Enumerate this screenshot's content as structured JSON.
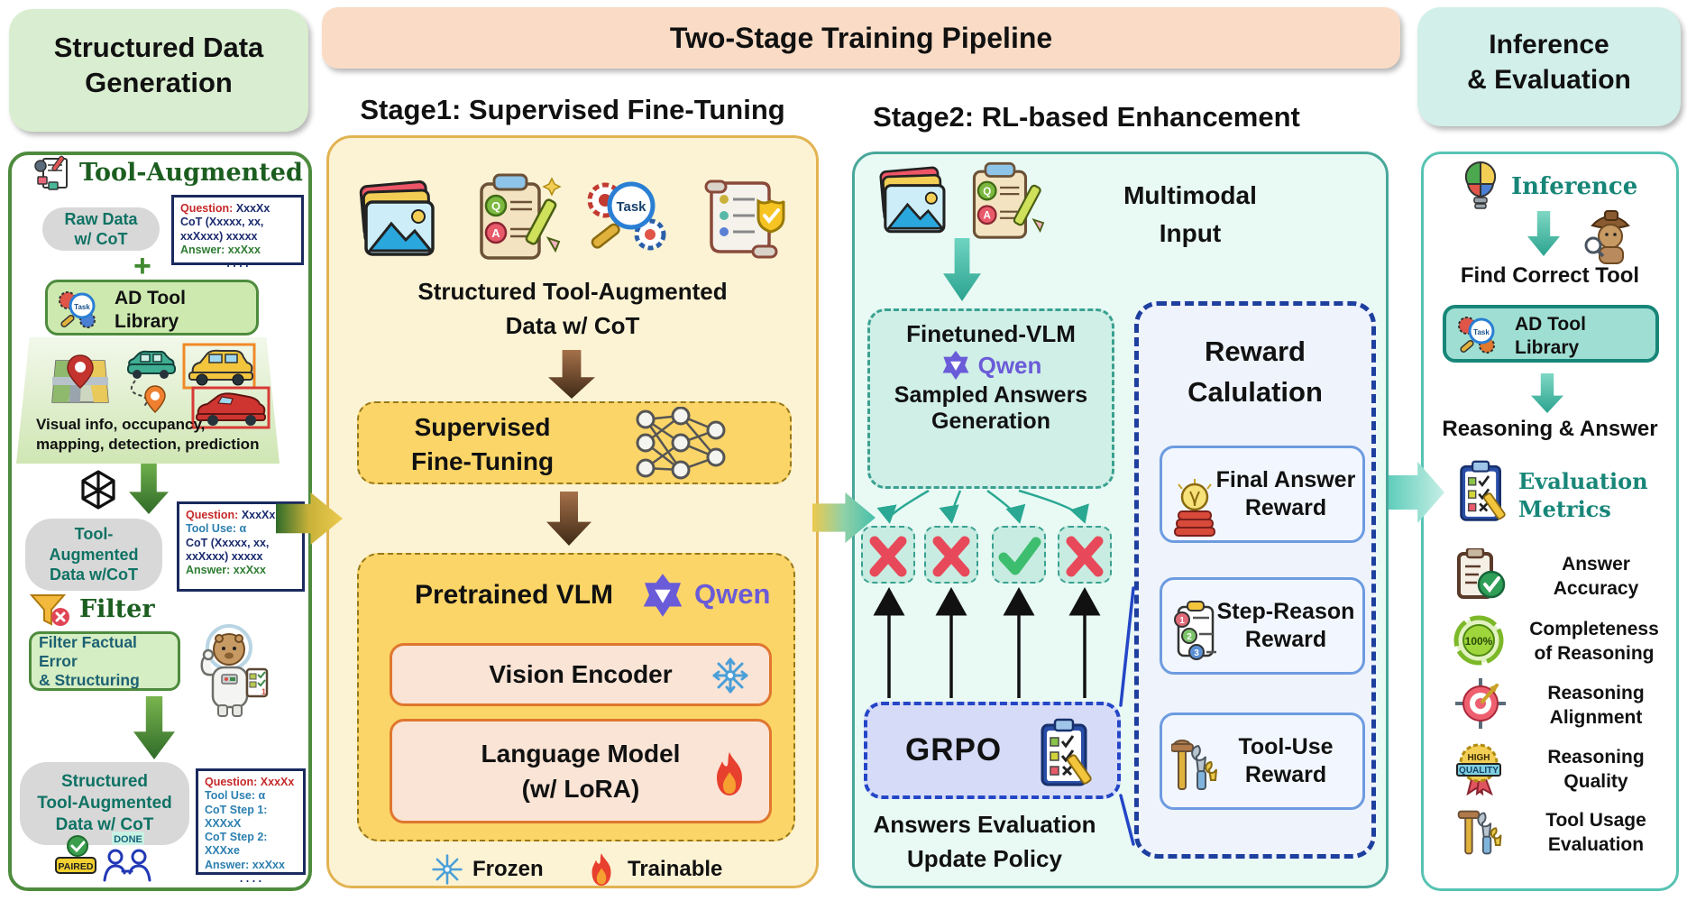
{
  "left": {
    "title1": "Structured Data",
    "title2": "Generation",
    "header": "Tool-Augmented",
    "raw1": "Raw Data",
    "raw2": "w/ CoT",
    "plus": "+",
    "qbox1": {
      "l1a": "Question:",
      "l1b": " XxxXx",
      "l2": "CoT (Xxxxx, xx,",
      "l3": "xxXxxx) xxxxx",
      "l4": "Answer: xxXxx",
      "l5": ". . . ."
    },
    "adtool1": "AD Tool",
    "adtool2": "Library",
    "task": "Task",
    "trap1": "Visual info, occupancy,",
    "trap2": "mapping, detection, prediction",
    "pill2a": "Tool-",
    "pill2b": "Augmented",
    "pill2c": "Data w/CoT",
    "qbox2": {
      "l1a": "Question:",
      "l1b": " XxxXx",
      "l2": "Tool Use: α",
      "l3": "CoT (Xxxxx, xx,",
      "l4": "xxXxxx) xxxxx",
      "l5": "Answer: xxXxx"
    },
    "filter": "Filter",
    "fbox1": "Filter Factual Error",
    "fbox2": "& Structuring",
    "pill3a": "Structured",
    "pill3b": "Tool-Augmented",
    "pill3c": "Data w/ CoT",
    "paired": "PAIRED",
    "done": "DONE",
    "qbox3": {
      "l1": "Question: XxxXx",
      "l2": "Tool Use: α",
      "l3": "CoT Step 1: XXXxX",
      "l4": "CoT Step 2: XXXxe",
      "l5": "Answer: xxXxx",
      "l6": ". . . ."
    }
  },
  "center": {
    "banner": "Two-Stage Training Pipeline",
    "stage1": {
      "heading": "Stage1: Supervised Fine-Tuning",
      "cap1": "Structured Tool-Augmented",
      "cap2": "Data w/ CoT",
      "sft1": "Supervised",
      "sft2": "Fine-Tuning",
      "pretrained": "Pretrained VLM",
      "qwen": "Qwen",
      "vision_encoder": "Vision Encoder",
      "lm1": "Language Model",
      "lm2": "(w/ LoRA)",
      "frozen": "Frozen",
      "trainable": "Trainable"
    },
    "stage2": {
      "heading": "Stage2: RL-based Enhancement",
      "mm1": "Multimodal",
      "mm2": "Input",
      "ft1": "Finetuned-VLM",
      "qwen": "Qwen",
      "ft2": "Sampled Answers",
      "ft3": "Generation",
      "grpo": "GRPO",
      "ans1": "Answers Evaluation",
      "ans2": "Update Policy",
      "rw1": "Reward",
      "rw2": "Calulation",
      "r1a": "Final Answer",
      "r1b": "Reward",
      "r2a": "Step-Reason",
      "r2b": "Reward",
      "r3a": "Tool-Use",
      "r3b": "Reward"
    }
  },
  "right": {
    "title1": "Inference",
    "title2": "& Evaluation",
    "inference": "Inference",
    "find_tool": "Find Correct Tool",
    "adtool1": "AD Tool",
    "adtool2": "Library",
    "task": "Task",
    "reasoning_answer": "Reasoning & Answer",
    "em1": "Evaluation",
    "em2": "Metrics",
    "m1a": "Answer",
    "m1b": "Accuracy",
    "m2a": "Completeness",
    "m2b": "of Reasoning",
    "m3a": "Reasoning",
    "m3b": "Alignment",
    "m4a": "Reasoning",
    "m4b": "Quality",
    "m5a": "Tool Usage",
    "m5b": "Evaluation",
    "pct": "100%",
    "high": "HIGH",
    "quality": "QUALITY"
  },
  "misc": {
    "q": "Q",
    "a": "A",
    "n1": "1",
    "n2": "2",
    "n3": "3"
  },
  "icons": [
    "doc-pencil-gear-icon",
    "task-magnifier-gears-icon",
    "map-pin-icon",
    "car-route-icon",
    "detected-car-icon",
    "openai-icon",
    "funnel-filter-icon",
    "capybara-astronaut-icon",
    "paired-check-icon",
    "people-done-icon",
    "photo-stack-icon",
    "qa-clipboard-icon",
    "checklist-scroll-icon",
    "neural-network-icon",
    "snowflake-icon",
    "flame-icon",
    "qwen-logo-icon",
    "cross-icon",
    "check-icon",
    "grpo-clipboard-icon",
    "bulb-reward-icon",
    "step-list-icon",
    "tools-icon",
    "puzzle-bulb-icon",
    "detective-capybara-icon",
    "eval-clipboard-icon",
    "accuracy-clipboard-icon",
    "hundred-percent-icon",
    "target-icon",
    "high-quality-badge-icon"
  ],
  "colors": {
    "left_title_bg": "#d9eed0",
    "banner_bg": "#fadcc6",
    "right_title_bg": "#d2efe9",
    "left_border": "#4e8b3e",
    "stage1_bg": "#fcf3d4",
    "stage1_border": "#e2b352",
    "stage2_bg": "#e9faf5",
    "stage2_border": "#48a79a",
    "right_border": "#57c3b3",
    "sft_bg": "#fbd567",
    "inner_card_bg": "#fae4d6",
    "inner_card_border": "#e0762f",
    "reward_border": "#1d3f9e",
    "reward_card_border": "#6d9be0",
    "grpo_bg": "#d6dcf8",
    "pill_text": "#0f7264",
    "qwen_purple": "#6a5bd8",
    "cross_red": "#e8495a",
    "check_green": "#3dbd6e"
  }
}
